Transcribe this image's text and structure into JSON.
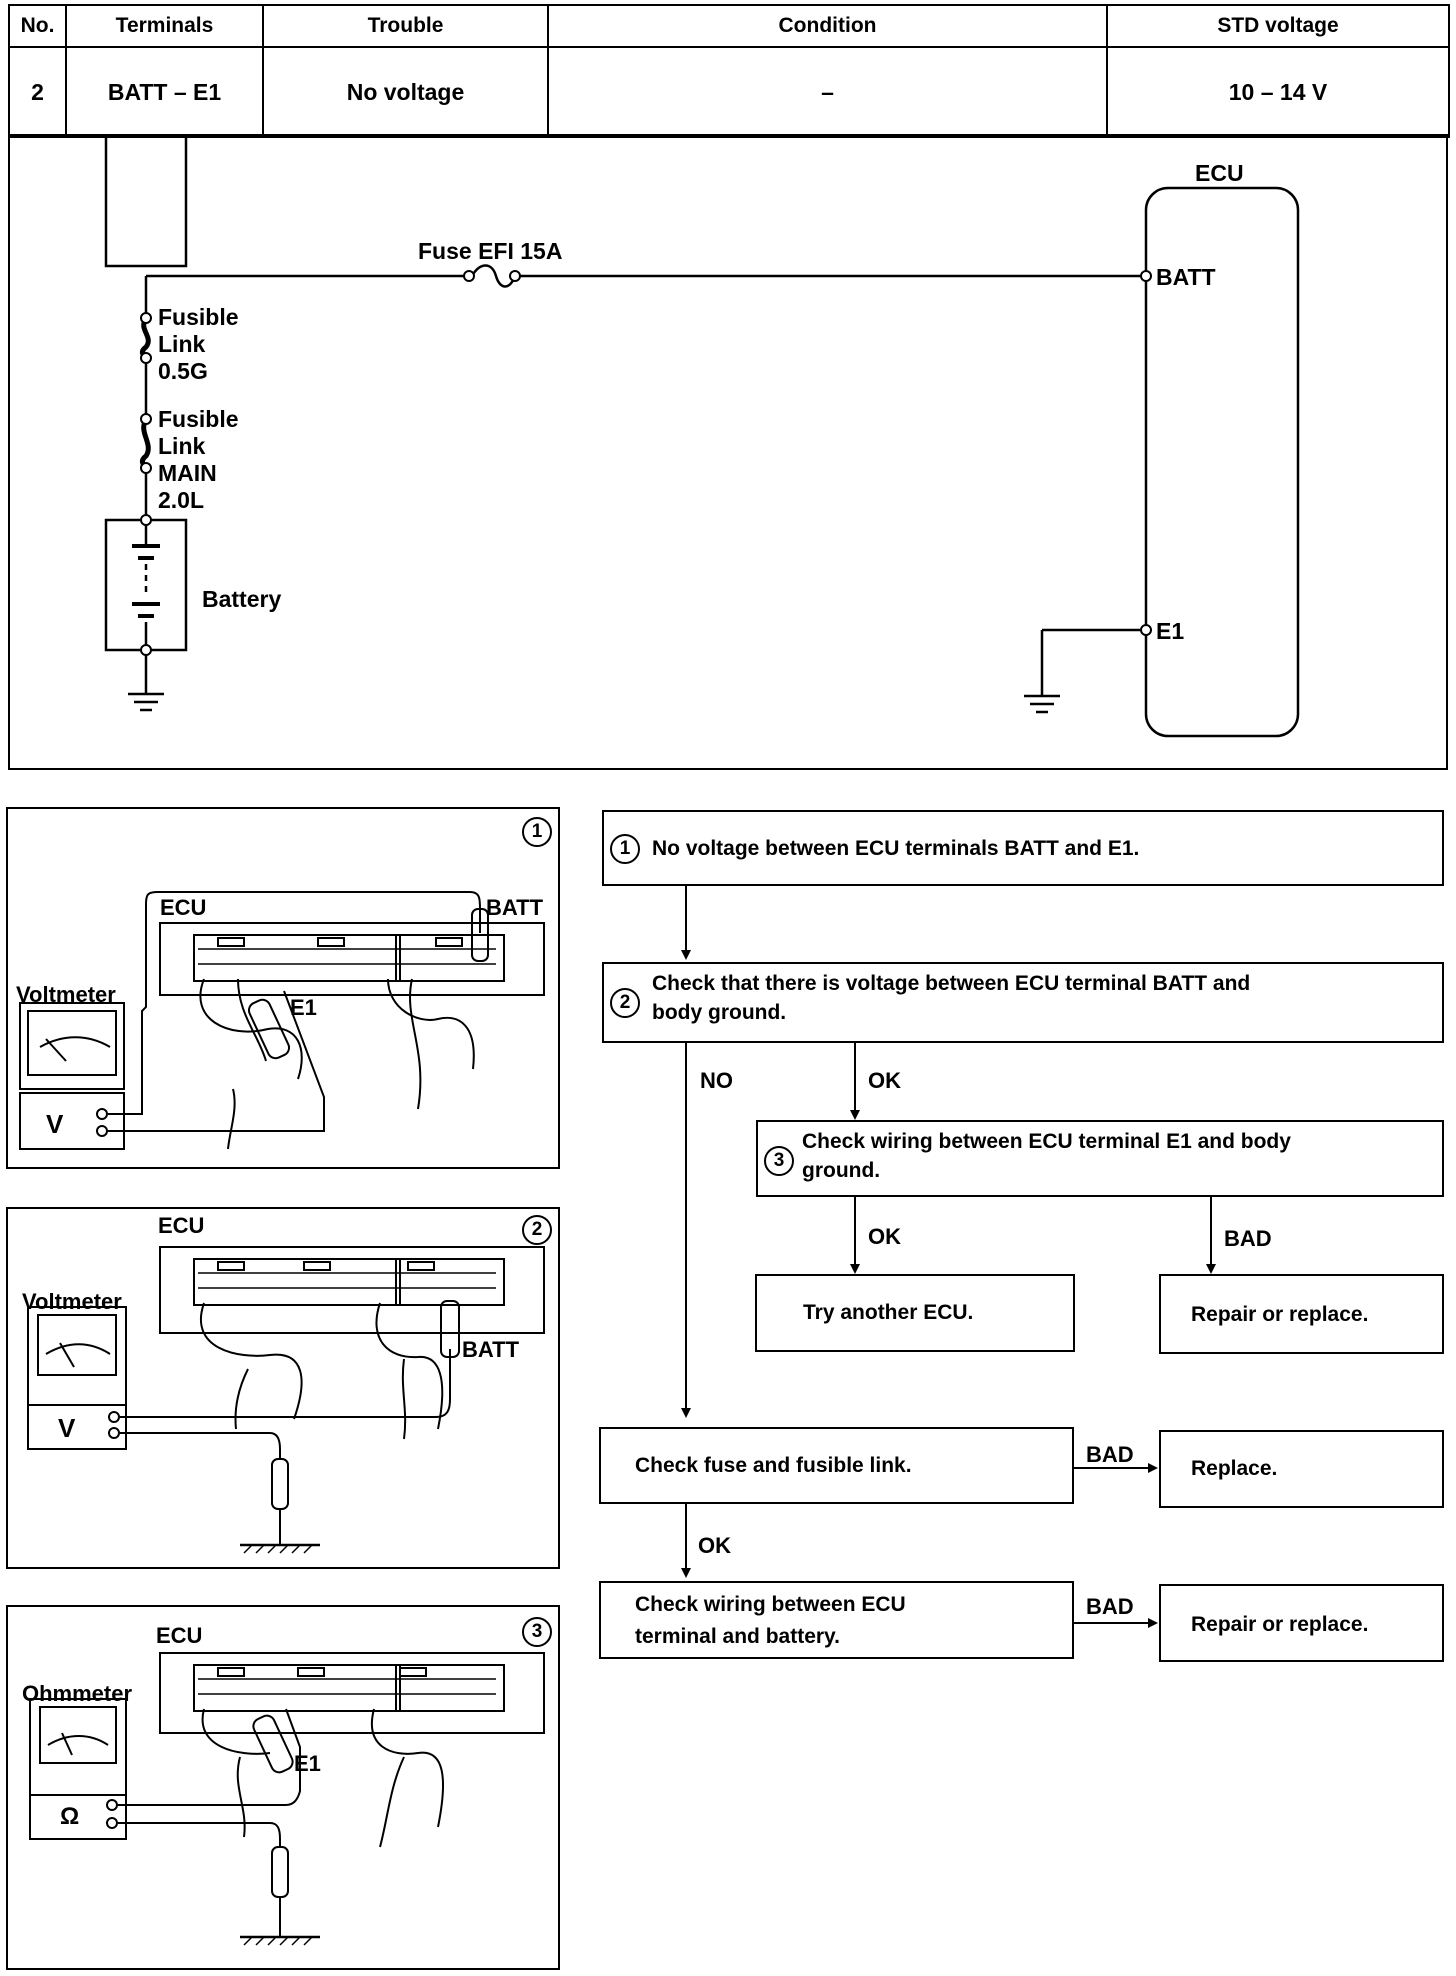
{
  "spec_table": {
    "headers": [
      "No.",
      "Terminals",
      "Trouble",
      "Condition",
      "STD voltage"
    ],
    "row": [
      "2",
      "BATT – E1",
      "No voltage",
      "–",
      "10 – 14 V"
    ]
  },
  "circuit": {
    "ecu_label": "ECU",
    "fuse_label": "Fuse EFI 15A",
    "batt_terminal": "BATT",
    "e1_terminal": "E1",
    "fusible_link_1": [
      "Fusible",
      "Link",
      "0.5G"
    ],
    "fusible_link_2": [
      "Fusible",
      "Link",
      "MAIN",
      "2.0L"
    ],
    "battery_label": "Battery"
  },
  "panels": [
    {
      "step": "1",
      "ecu_label": "ECU",
      "meter_label": "Voltmeter",
      "meter_symbol": "V",
      "probe_labels": [
        "BATT",
        "E1"
      ]
    },
    {
      "step": "2",
      "ecu_label": "ECU",
      "meter_label": "Voltmeter",
      "meter_symbol": "V",
      "probe_labels": [
        "BATT"
      ]
    },
    {
      "step": "3",
      "ecu_label": "ECU",
      "meter_label": "Ohmmeter",
      "meter_symbol": "Ω",
      "probe_labels": [
        "E1"
      ]
    }
  ],
  "flowchart": {
    "step1": {
      "num": "1",
      "text": "No voltage between ECU terminals BATT and E1."
    },
    "step2": {
      "num": "2",
      "lines": [
        "Check that there is voltage between ECU terminal BATT and",
        "body ground."
      ]
    },
    "step3": {
      "num": "3",
      "lines": [
        "Check wiring between ECU terminal E1 and body",
        "ground."
      ]
    },
    "try_ecu": "Try another ECU.",
    "repair1": "Repair or replace.",
    "check_fuse": "Check fuse and fusible link.",
    "replace": "Replace.",
    "check_wiring": [
      "Check wiring between ECU",
      "terminal and battery."
    ],
    "repair2": "Repair or replace.",
    "labels": {
      "no": "NO",
      "ok": "OK",
      "bad": "BAD"
    }
  }
}
